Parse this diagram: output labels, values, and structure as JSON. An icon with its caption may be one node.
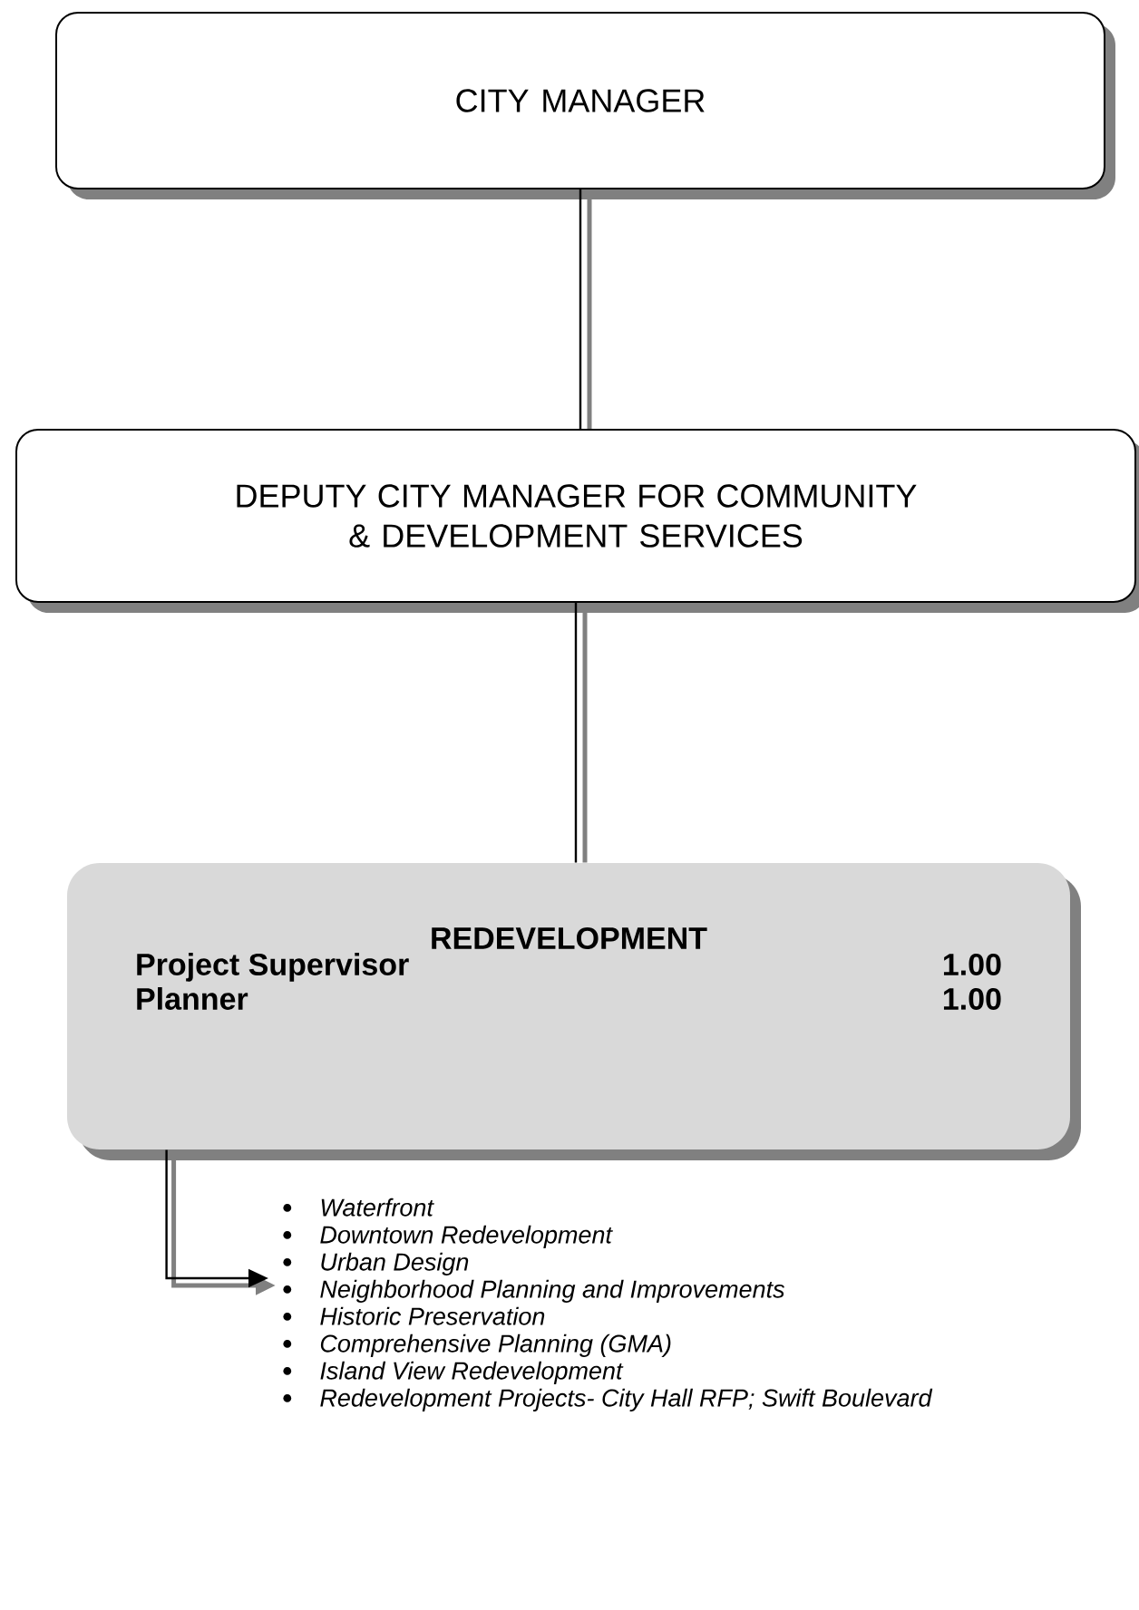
{
  "diagram": {
    "nodes": [
      {
        "text": [
          "CITY MANAGER"
        ]
      },
      {
        "text": [
          "DEPUTY CITY MANAGER FOR COMMUNITY & DEVELOPMENT SERVICES"
        ]
      },
      {
        "text": [
          "REDEVELOPMENT",
          "Project Supervisor",
          "1.00",
          "Planner",
          "1.00"
        ]
      },
      {
        "text": [
          "Waterfront",
          "Downtown Redevelopment",
          "Urban Design",
          "Neighborhood Planning and Improvements",
          "Historic Preservation",
          "Comprehensive Planning (GMA)",
          "Island View Redevelopment",
          "Redevelopment Projects- City Hall RFP; Swift Boulevard"
        ]
      }
    ],
    "edges": [
      {
        "from": 0,
        "to": 1,
        "arrow": "none"
      },
      {
        "from": 1,
        "to": 2,
        "arrow": "none"
      },
      {
        "from": 2,
        "to": 3,
        "arrow": "to"
      }
    ]
  }
}
